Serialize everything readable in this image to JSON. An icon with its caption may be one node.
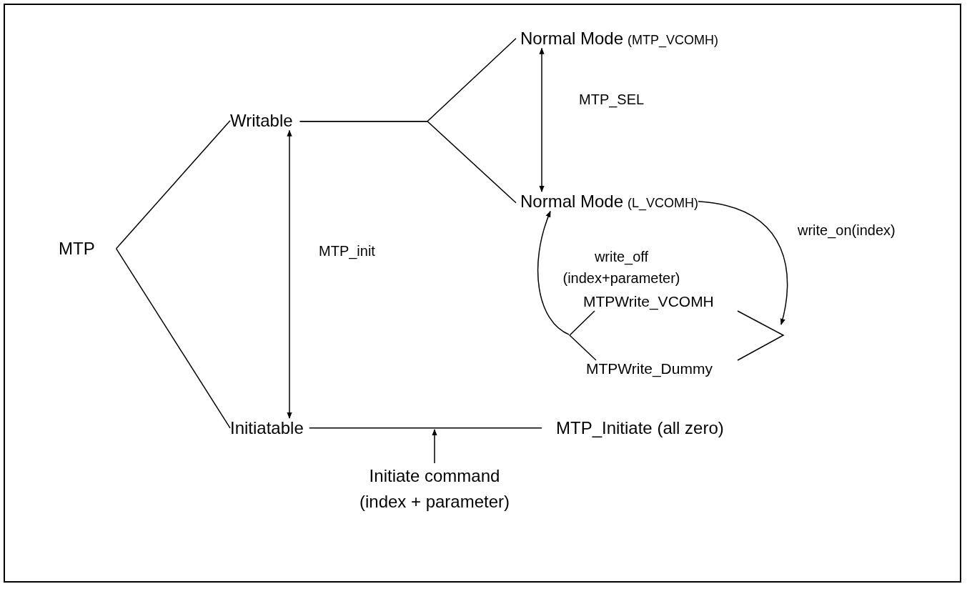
{
  "diagram": {
    "nodes": [
      {
        "text": [
          "MTP"
        ]
      },
      {
        "text": [
          "Writable"
        ]
      },
      {
        "text": [
          "Initiatable"
        ]
      },
      {
        "text": [
          "Normal Mode",
          "(MTP_VCOMH)"
        ]
      },
      {
        "text": [
          "Normal Mode",
          "(L_VCOMH)"
        ]
      },
      {
        "text": [
          "MTPWrite_VCOMH",
          "MTPWrite_Dummy"
        ]
      },
      {
        "text": [
          "MTP_Initiate (all zero)"
        ]
      },
      {
        "text": [
          "Initiate command (index + parameter)"
        ]
      }
    ],
    "edges": [
      {
        "from": 0,
        "to": 1,
        "arrow": "none"
      },
      {
        "from": 0,
        "to": 2,
        "arrow": "none"
      },
      {
        "from": 1,
        "to": 2,
        "arrow": "both",
        "label": "MTP_init"
      },
      {
        "from": 1,
        "to": 3,
        "arrow": "none"
      },
      {
        "from": 1,
        "to": 4,
        "arrow": "none"
      },
      {
        "from": 3,
        "to": 4,
        "arrow": "both",
        "label": "MTP_SEL"
      },
      {
        "from": 4,
        "to": 5,
        "arrow": "to",
        "label": "write_on(index)"
      },
      {
        "from": 5,
        "to": 4,
        "arrow": "to",
        "label": "write_off (index+parameter)"
      },
      {
        "from": 2,
        "to": 6,
        "arrow": "none"
      },
      {
        "from": 7,
        "to": null,
        "arrow": "to"
      }
    ]
  }
}
